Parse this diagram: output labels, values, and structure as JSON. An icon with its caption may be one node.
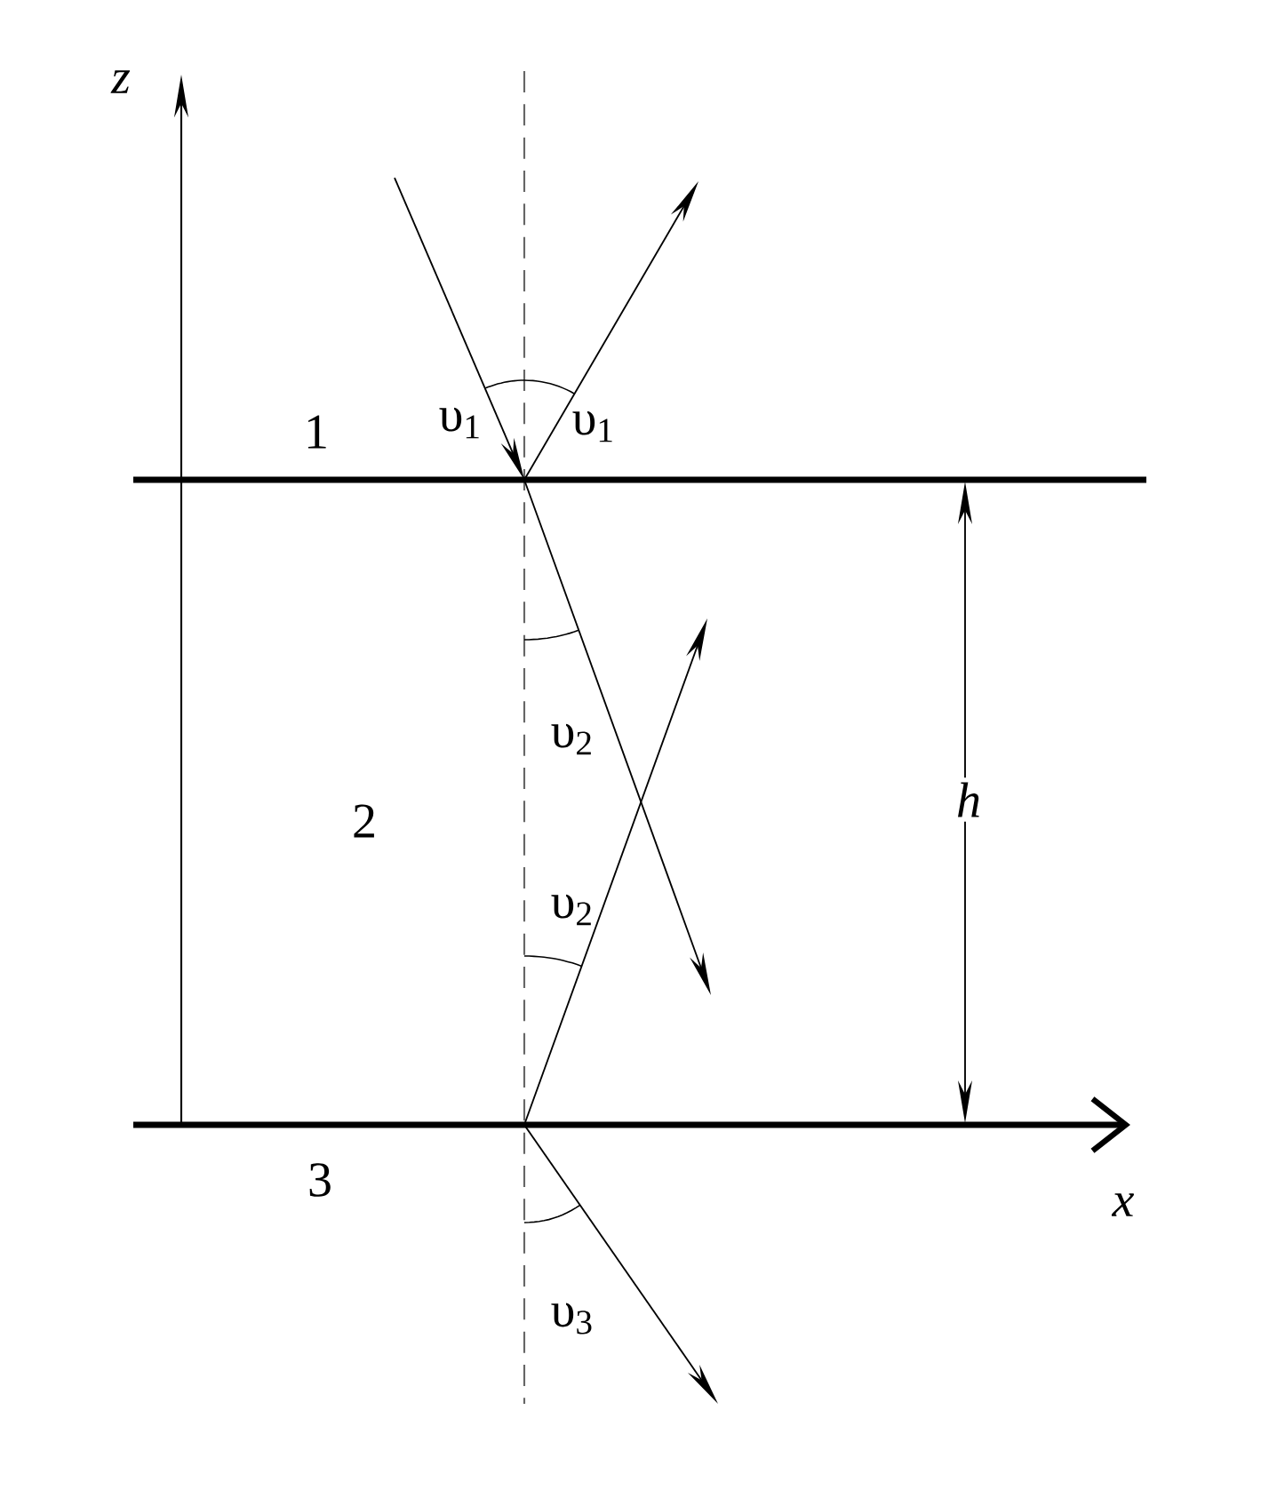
{
  "diagram": {
    "labels": [
      "z",
      "υ$_{1}$",
      "υ$_{1}$",
      "1",
      "υ$_{2}$",
      "2",
      "h",
      "υ$_{2}$",
      "3",
      "x",
      "υ$_{3}$"
    ]
  }
}
